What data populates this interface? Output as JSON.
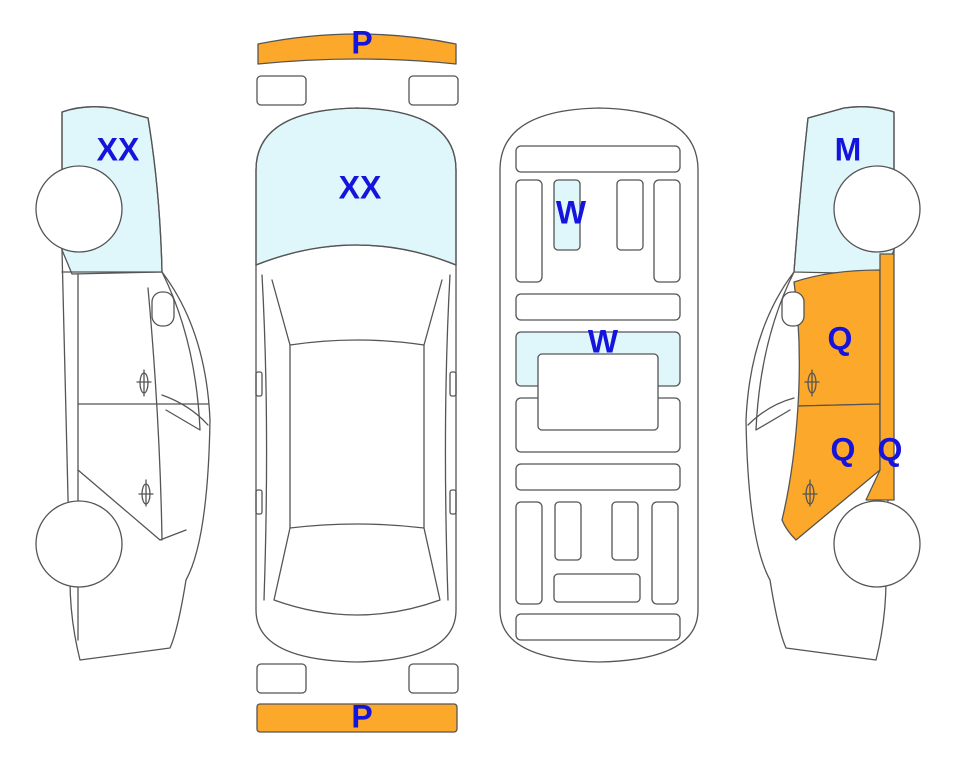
{
  "colors": {
    "light_zone": "#dff6fb",
    "orange_zone": "#fca82a",
    "outline": "#555555",
    "label": "#1414dc",
    "background": "#ffffff"
  },
  "labels": {
    "front_bumper": "P",
    "rear_bumper": "P",
    "left_front_panel": "XX",
    "roof_front": "XX",
    "floor_front": "W",
    "floor_middle": "W",
    "right_front_panel": "M",
    "right_front_door": "Q",
    "right_rear_door": "Q",
    "right_rear_pillar": "Q"
  }
}
